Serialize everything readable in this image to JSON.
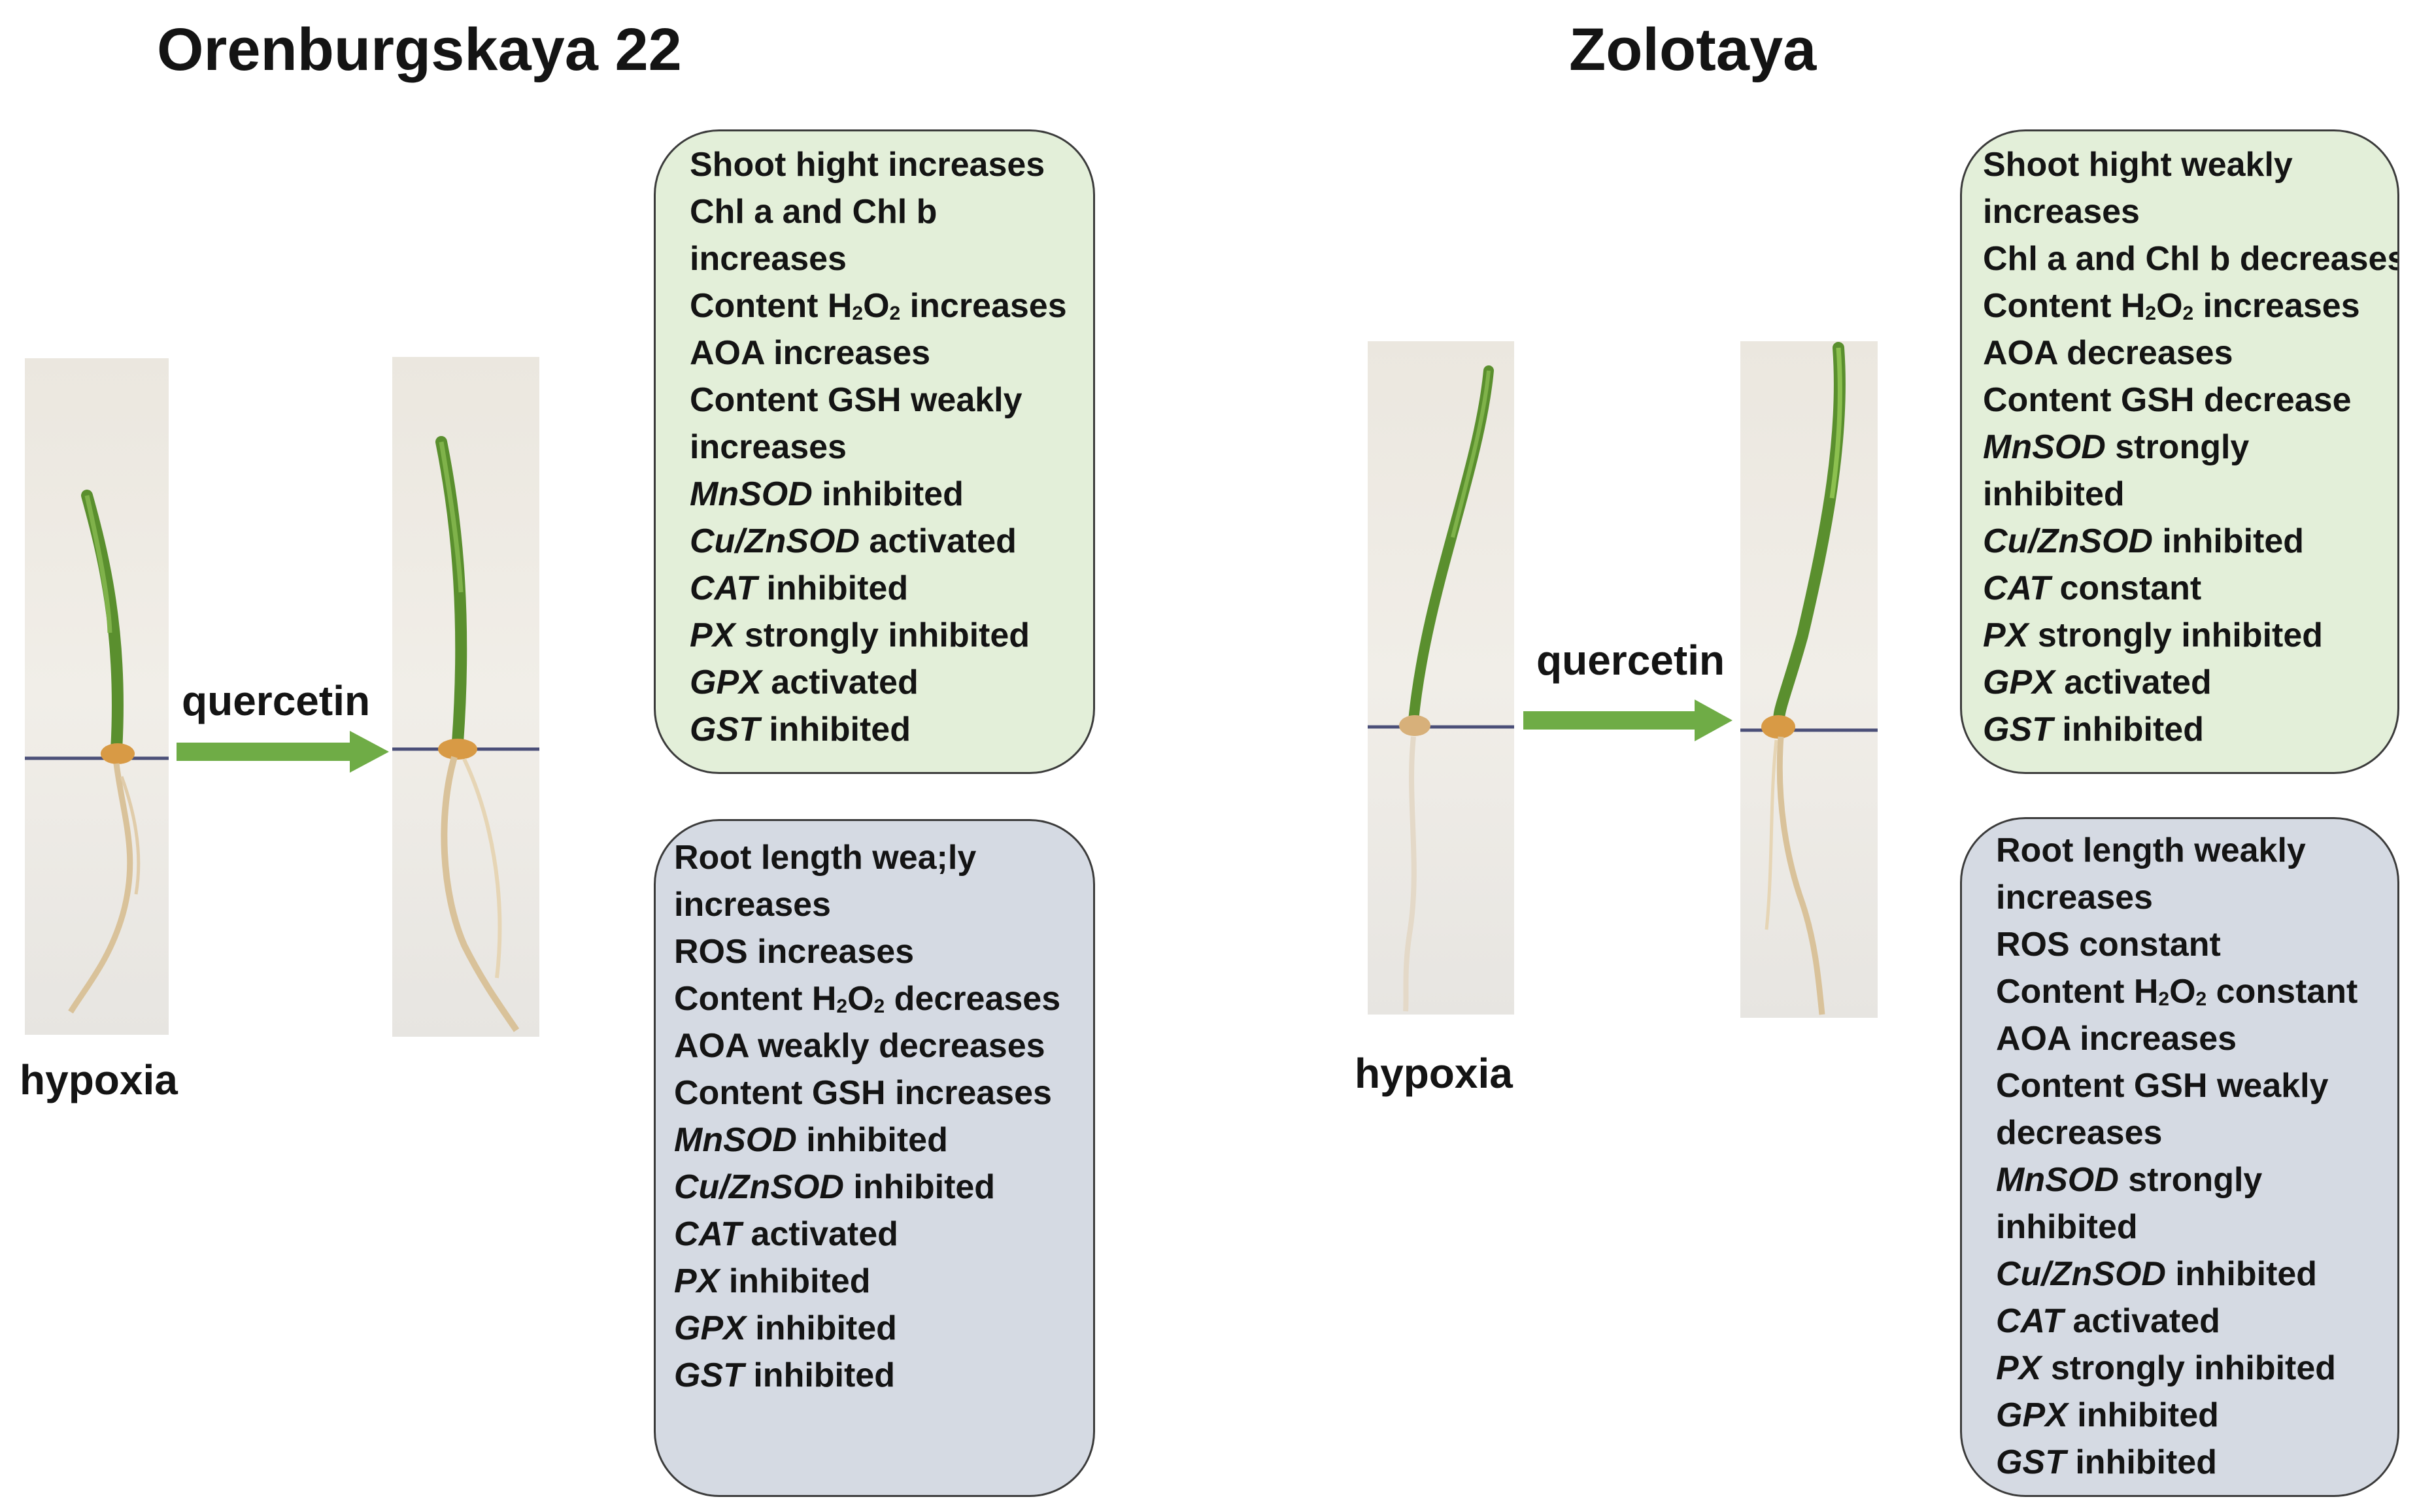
{
  "left": {
    "title": "Orenburgskaya 22",
    "treatment": "quercetin",
    "condition": "hypoxia",
    "shoot_box": [
      [
        "Shoot hight increases"
      ],
      [
        "Chl a and Chl b"
      ],
      [
        "increases"
      ],
      [
        "Content H",
        "2",
        "O",
        "2",
        " increases"
      ],
      [
        "AOA increases"
      ],
      [
        "Content GSH weakly"
      ],
      [
        "increases"
      ],
      [
        "MnSOD",
        " inhibited"
      ],
      [
        "Cu/ZnSOD",
        " activated"
      ],
      [
        "CAT",
        " inhibited"
      ],
      [
        "PX",
        " strongly inhibited"
      ],
      [
        "GPX",
        " activated"
      ],
      [
        "GST",
        " inhibited"
      ]
    ],
    "root_box": [
      [
        "Root length wea;ly"
      ],
      [
        "increases"
      ],
      [
        "ROS increases"
      ],
      [
        "Content H",
        "2",
        "O",
        "2",
        " decreases"
      ],
      [
        "AOA weakly decreases"
      ],
      [
        "Content GSH increases"
      ],
      [
        "MnSOD",
        " inhibited"
      ],
      [
        "Cu/ZnSOD",
        " inhibited"
      ],
      [
        "CAT",
        " activated"
      ],
      [
        "PX",
        " inhibited"
      ],
      [
        "GPX",
        " inhibited"
      ],
      [
        "GST",
        " inhibited"
      ]
    ]
  },
  "right": {
    "title": "Zolotaya",
    "treatment": "quercetin",
    "condition": "hypoxia",
    "shoot_box": [
      [
        "Shoot hight weakly"
      ],
      [
        "increases"
      ],
      [
        "Chl a and Chl b decreases"
      ],
      [
        "Content H",
        "2",
        "O",
        "2",
        " increases"
      ],
      [
        "AOA decreases"
      ],
      [
        "Content GSH decrease"
      ],
      [
        "MnSOD",
        " strongly"
      ],
      [
        "inhibited"
      ],
      [
        "Cu/ZnSOD",
        " inhibited"
      ],
      [
        "CAT",
        " constant"
      ],
      [
        "PX",
        " strongly inhibited"
      ],
      [
        "GPX",
        " activated"
      ],
      [
        "GST",
        " inhibited"
      ]
    ],
    "root_box": [
      [
        "Root length weakly"
      ],
      [
        "increases"
      ],
      [
        "ROS constant"
      ],
      [
        "Content H",
        "2",
        "O",
        "2",
        " constant"
      ],
      [
        "AOA increases"
      ],
      [
        "Content GSH weakly"
      ],
      [
        "decreases"
      ],
      [
        "MnSOD",
        " strongly"
      ],
      [
        "inhibited"
      ],
      [
        "Cu/ZnSOD",
        " inhibited"
      ],
      [
        "CAT",
        " activated"
      ],
      [
        "PX",
        " strongly inhibited"
      ],
      [
        "GPX",
        " inhibited"
      ],
      [
        "GST",
        " inhibited"
      ]
    ]
  },
  "colors": {
    "arrow": "#6fac46",
    "shoot_box_fill": "#e3efd9",
    "root_box_fill": "#d5dae3",
    "shoot_green": "#5a8f2e",
    "root_beige": "#d9c29a",
    "soil_line": "#4b4f78"
  }
}
